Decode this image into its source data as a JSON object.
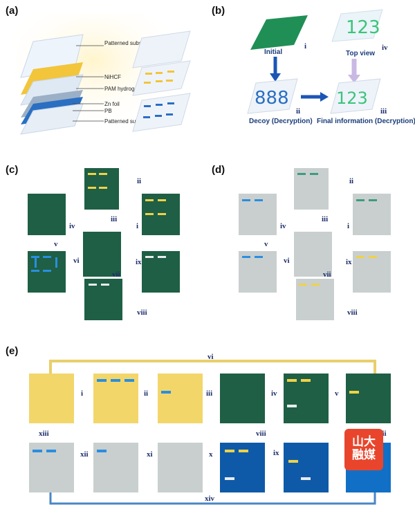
{
  "panels": {
    "a": {
      "label": "(a)",
      "layers": [
        "Patterned substrate",
        "NiHCF",
        "PAM hydrogel",
        "Zn foil",
        "PB",
        "Patterned substrate"
      ]
    },
    "b": {
      "label": "(b)",
      "initial": "Initial",
      "top_view": "Top view",
      "decoy": "Decoy (Decryption)",
      "final": "Final information (Decryption)",
      "romans": [
        "i",
        "ii",
        "iii",
        "iv"
      ]
    },
    "c": {
      "label": "(c)",
      "romans": [
        "i",
        "ii",
        "iii",
        "iv",
        "v",
        "vi",
        "vii",
        "viii",
        "ix"
      ]
    },
    "d": {
      "label": "(d)",
      "romans": [
        "i",
        "ii",
        "iii",
        "iv",
        "v",
        "vi",
        "vii",
        "viii",
        "ix"
      ]
    },
    "e": {
      "label": "(e)",
      "romans": [
        "i",
        "ii",
        "iii",
        "iv",
        "v",
        "vi",
        "vii",
        "viii",
        "ix",
        "x",
        "xi",
        "xii",
        "xiii",
        "xiv"
      ]
    }
  },
  "watermark": {
    "text": "山大融媒"
  },
  "colors": {
    "dark_green": "#1e5f45",
    "blue": "#2a7fd0",
    "yellow": "#f0d246",
    "gray": "#c9cfcf",
    "navy": "#1b3d7a"
  }
}
